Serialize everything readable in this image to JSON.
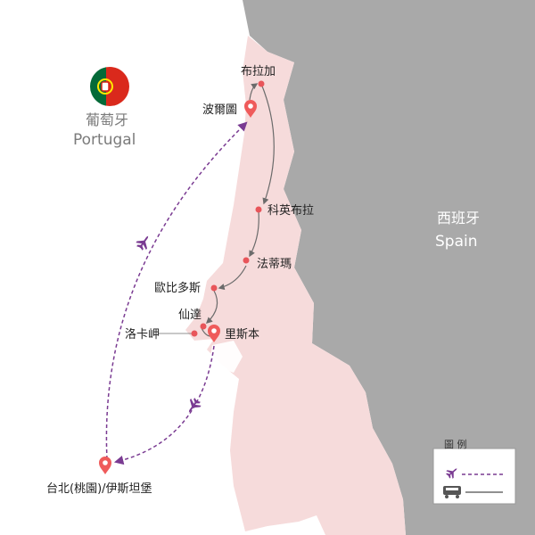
{
  "countries": {
    "portugal": {
      "name_cn": "葡萄牙",
      "name_en": "Portugal",
      "label_color": "#7b7b7b"
    },
    "spain": {
      "name_cn": "西班牙",
      "name_en": "Spain",
      "label_color": "#ffffff"
    }
  },
  "cities": {
    "braga": "布拉加",
    "porto": "波爾圖",
    "coimbra": "科英布拉",
    "fatima": "法蒂瑪",
    "obidos": "歐比多斯",
    "sintra": "仙達",
    "cabo_da_roca": "洛卡岬",
    "lisbon": "里斯本",
    "origin": "台北(桃園)/伊斯坦堡"
  },
  "legend": {
    "title": "圖 例",
    "items": [
      {
        "icon": "airplane-icon",
        "line": "dashed"
      },
      {
        "icon": "bus-icon",
        "line": "solid"
      }
    ]
  },
  "colors": {
    "land_gray": "#a9a9a9",
    "portugal_fill": "#f6dbdb",
    "flight_route": "#7a3b92",
    "bus_route": "#6b6b6b",
    "city_dot": "#e8555a",
    "pin": "#ef5b5b"
  }
}
